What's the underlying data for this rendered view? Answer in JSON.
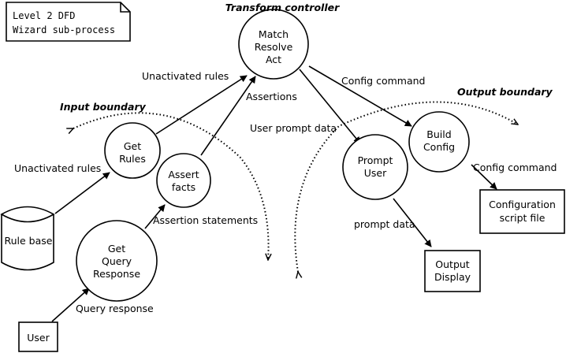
{
  "note": {
    "line1": "Level 2 DFD",
    "line2": "Wizard sub-process"
  },
  "boundaries": {
    "transform": "Transform controller",
    "input": "Input boundary",
    "output": "Output boundary"
  },
  "processes": {
    "match": [
      "Match",
      "Resolve",
      "Act"
    ],
    "get_rules": [
      "Get",
      "Rules"
    ],
    "assert_facts": [
      "Assert",
      "facts"
    ],
    "get_query": [
      "Get",
      "Query",
      "Response"
    ],
    "prompt_user": [
      "Prompt",
      "User"
    ],
    "build_config": [
      "Build",
      "Config"
    ]
  },
  "entities": {
    "rule_base": "Rule base",
    "user": "User",
    "output_display": [
      "Output",
      "Display"
    ],
    "config_file": [
      "Configuration",
      "script file"
    ]
  },
  "flows": {
    "unactivated_rules_top": "Unactivated rules",
    "assertions": "Assertions",
    "config_command_top": "Config command",
    "user_prompt_data": "User prompt data",
    "unactivated_rules_left": "Unactivated rules",
    "assertion_statements": "Assertion statements",
    "config_command_right": "Config command",
    "prompt_data": "prompt data",
    "query_response": "Query response"
  }
}
